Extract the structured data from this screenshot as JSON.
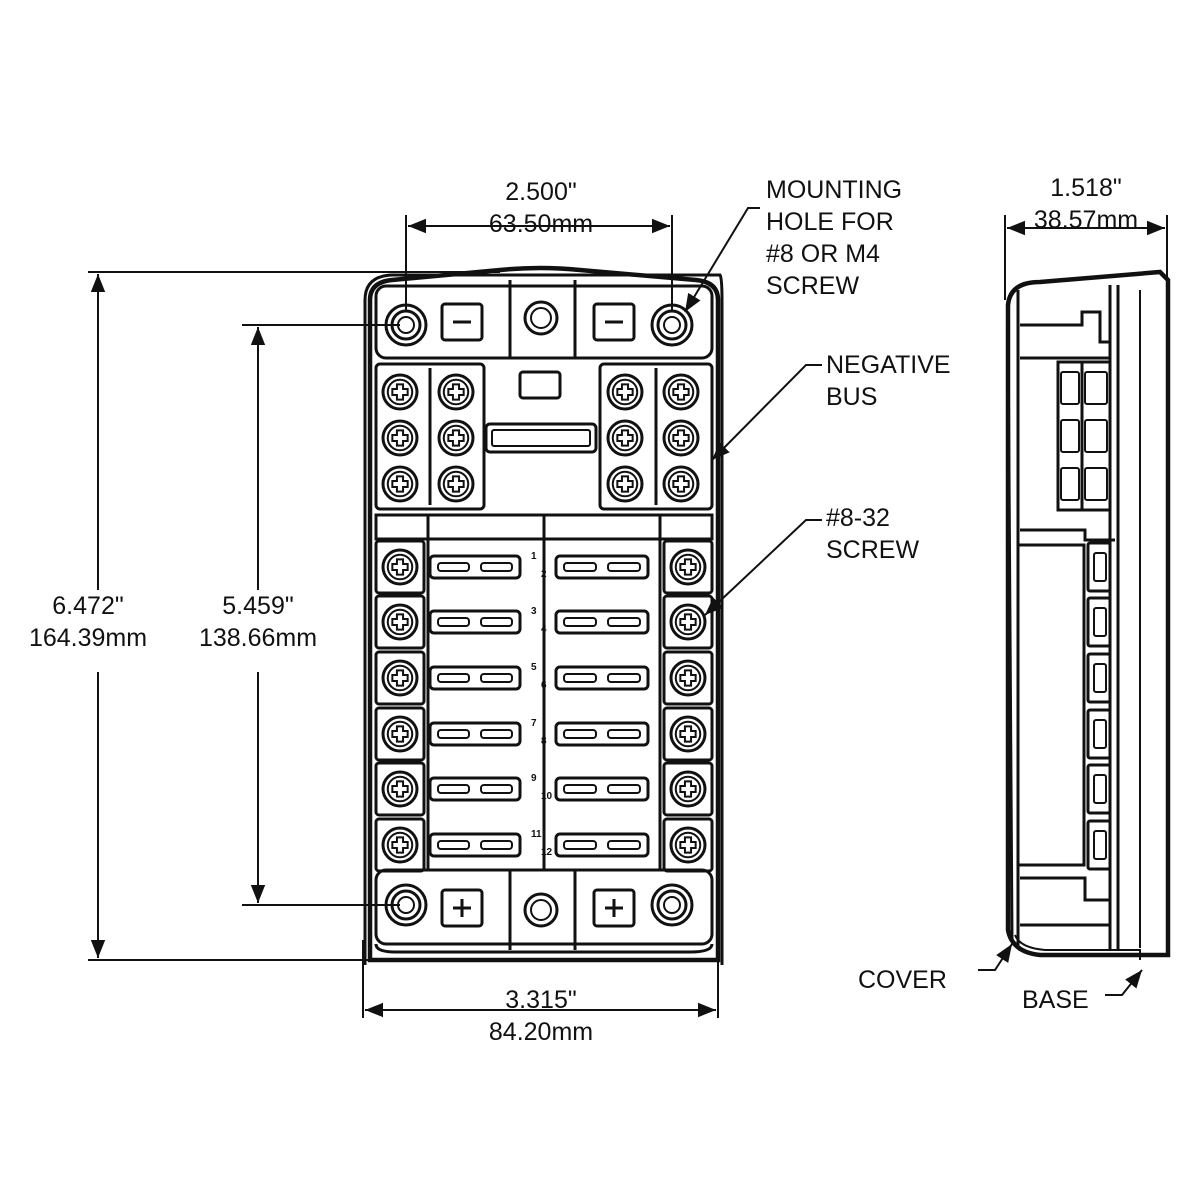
{
  "dimensions": {
    "top_width": {
      "inch": "2.500\"",
      "mm": "63.50mm"
    },
    "overall_height": {
      "inch": "6.472\"",
      "mm": "164.39mm"
    },
    "hole_height": {
      "inch": "5.459\"",
      "mm": "138.66mm"
    },
    "bottom_width": {
      "inch": "3.315\"",
      "mm": "84.20mm"
    },
    "side_depth": {
      "inch": "1.518\"",
      "mm": "38.57mm"
    }
  },
  "callouts": {
    "mounting_hole": [
      "MOUNTING",
      "HOLE FOR",
      "#8 OR M4",
      "SCREW"
    ],
    "negative_bus": [
      "NEGATIVE",
      "BUS"
    ],
    "screw": [
      "#8-32",
      "SCREW"
    ],
    "cover": "COVER",
    "base": "BASE"
  },
  "fuse_numbers": [
    {
      "left": "1",
      "right": "2"
    },
    {
      "left": "3",
      "right": "4"
    },
    {
      "left": "5",
      "right": "6"
    },
    {
      "left": "7",
      "right": "8"
    },
    {
      "left": "9",
      "right": "10"
    },
    {
      "left": "11",
      "right": "12"
    }
  ]
}
